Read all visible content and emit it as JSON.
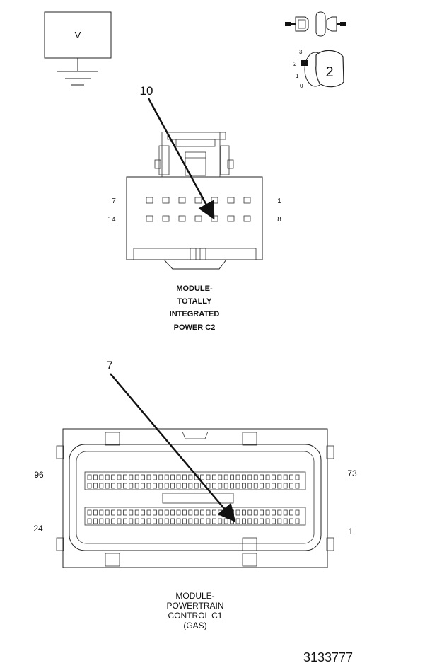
{
  "voltmeter": {
    "symbol": "V"
  },
  "key_switch": {
    "positions": [
      "3",
      "2",
      "1",
      "0"
    ],
    "current": "2"
  },
  "connector_c2": {
    "callout": "10",
    "pin_top_left": "7",
    "pin_top_right": "1",
    "pin_bottom_left": "14",
    "pin_bottom_right": "8",
    "title_lines": [
      "MODULE-",
      "TOTALLY",
      "INTEGRATED",
      "POWER C2"
    ]
  },
  "connector_c1": {
    "callout": "7",
    "pin_top_left": "96",
    "pin_top_right": "73",
    "pin_bottom_left": "24",
    "pin_bottom_right": "1",
    "title_lines": [
      "MODULE-",
      "POWERTRAIN",
      "CONTROL C1",
      "(GAS)"
    ]
  },
  "figure_id": "3133777"
}
